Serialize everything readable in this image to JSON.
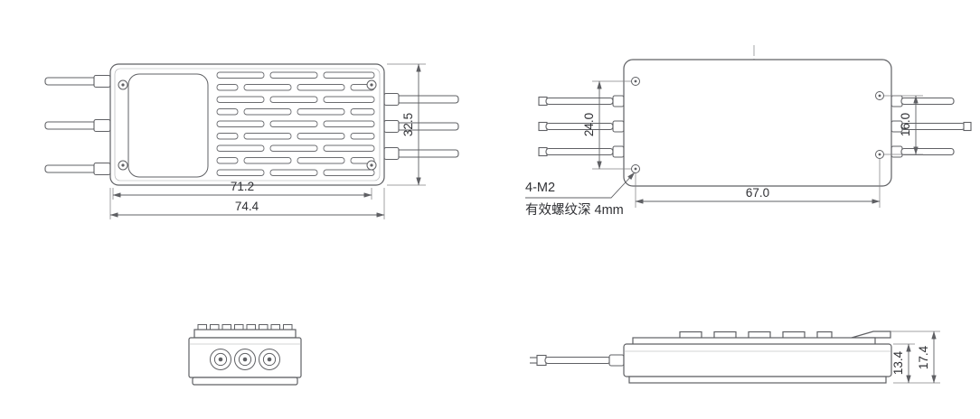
{
  "drawing": {
    "colors": {
      "line": "#5f6064",
      "text": "#2f3034",
      "background": "#ffffff"
    },
    "views": {
      "top": {
        "dims": {
          "inner_width": "71.2",
          "outer_width": "74.4",
          "height": "32.5"
        }
      },
      "bottom": {
        "dims": {
          "left_hole_spacing": "24.0",
          "right_hole_spacing": "16.0",
          "hole_span": "67.0"
        },
        "notes": {
          "thread_callout": "4-M2",
          "thread_depth": "有效螺纹深 4mm"
        }
      },
      "side": {
        "dims": {
          "body_height": "13.4",
          "overall_height": "17.4"
        }
      }
    }
  }
}
